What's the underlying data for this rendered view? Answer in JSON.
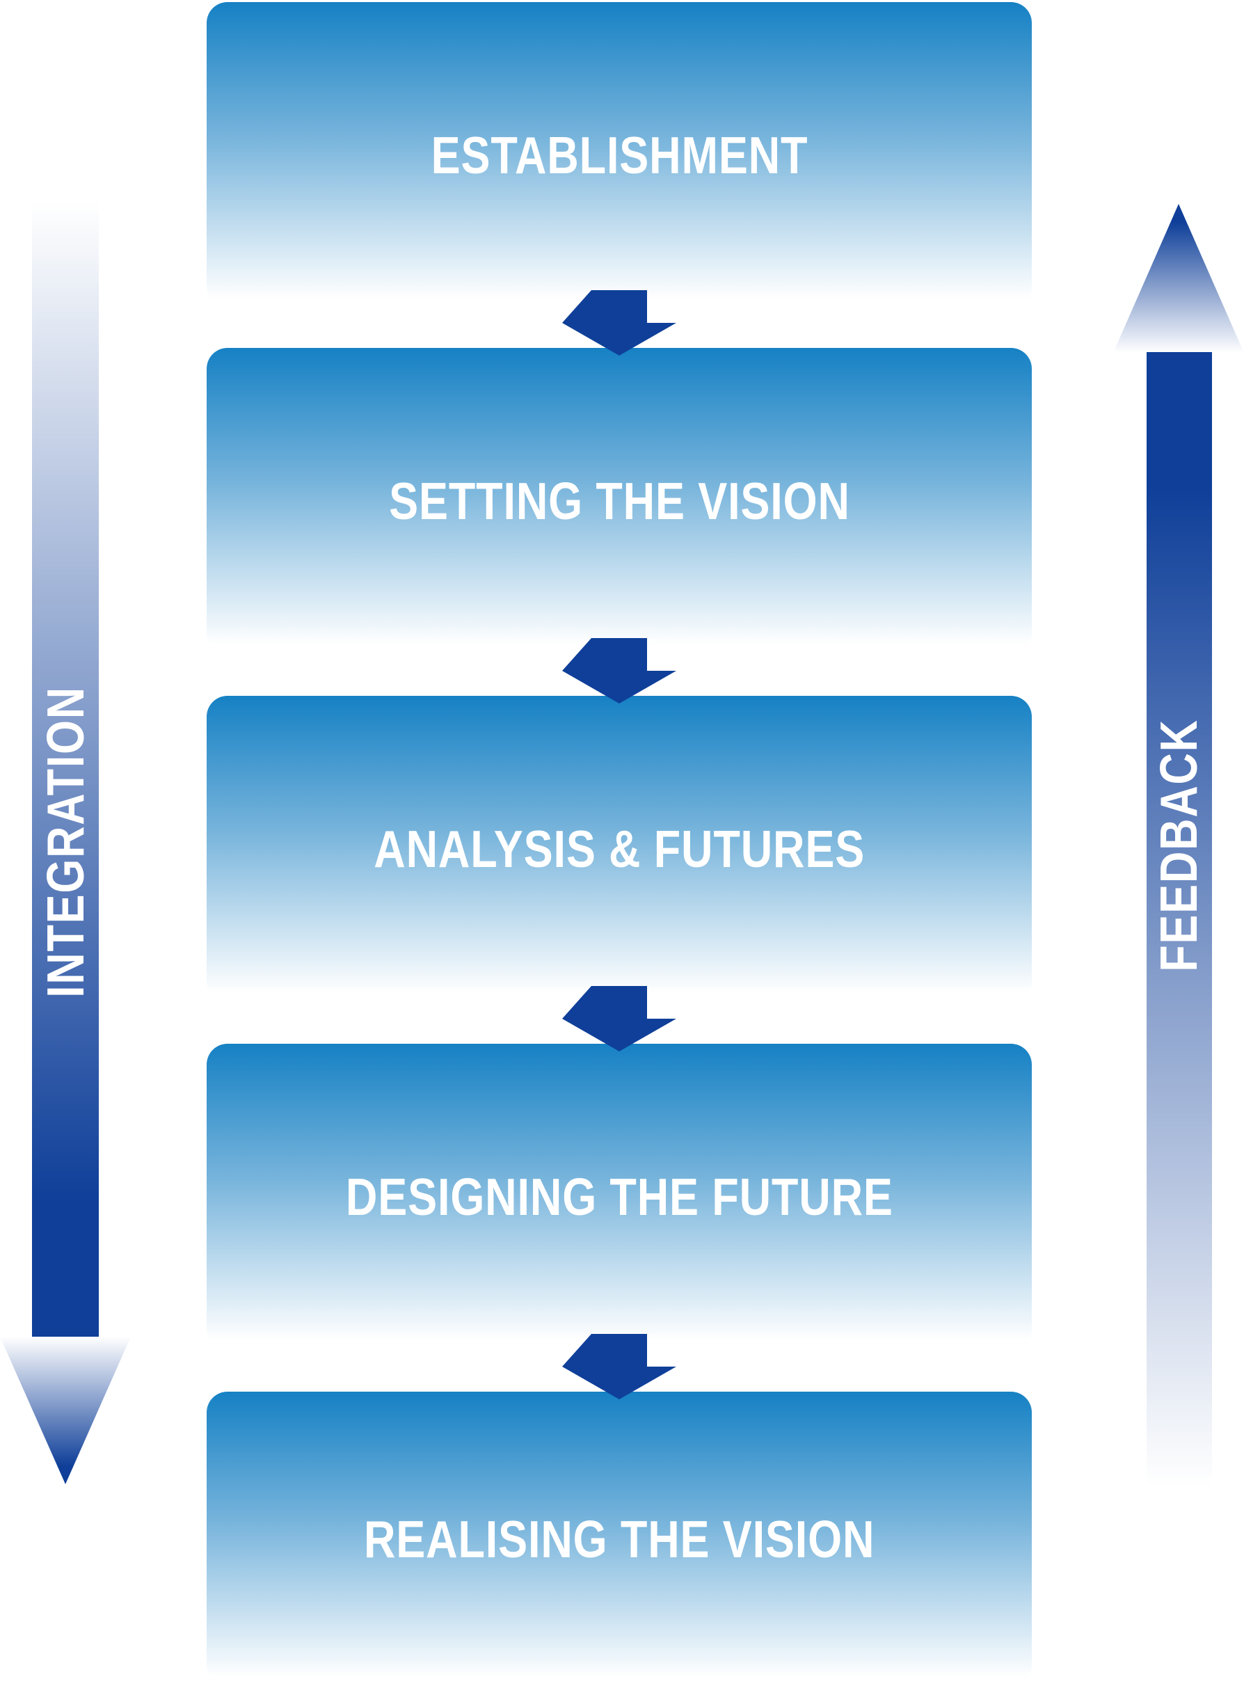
{
  "diagram": {
    "stages": [
      {
        "label": "ESTABLISHMENT"
      },
      {
        "label": "SETTING THE VISION"
      },
      {
        "label": "ANALYSIS & FUTURES"
      },
      {
        "label": "DESIGNING THE FUTURE"
      },
      {
        "label": "REALISING THE VISION"
      }
    ],
    "side_arrows": {
      "left": {
        "label": "INTEGRATION",
        "direction": "down"
      },
      "right": {
        "label": "FEEDBACK",
        "direction": "up"
      }
    },
    "colors": {
      "box_gradient_top": "#1681c4",
      "box_gradient_mid": "#79b5dc",
      "box_gradient_bottom": "#ffffff",
      "arrow_navy": "#0f3f99",
      "label_text": "#ffffff"
    }
  }
}
